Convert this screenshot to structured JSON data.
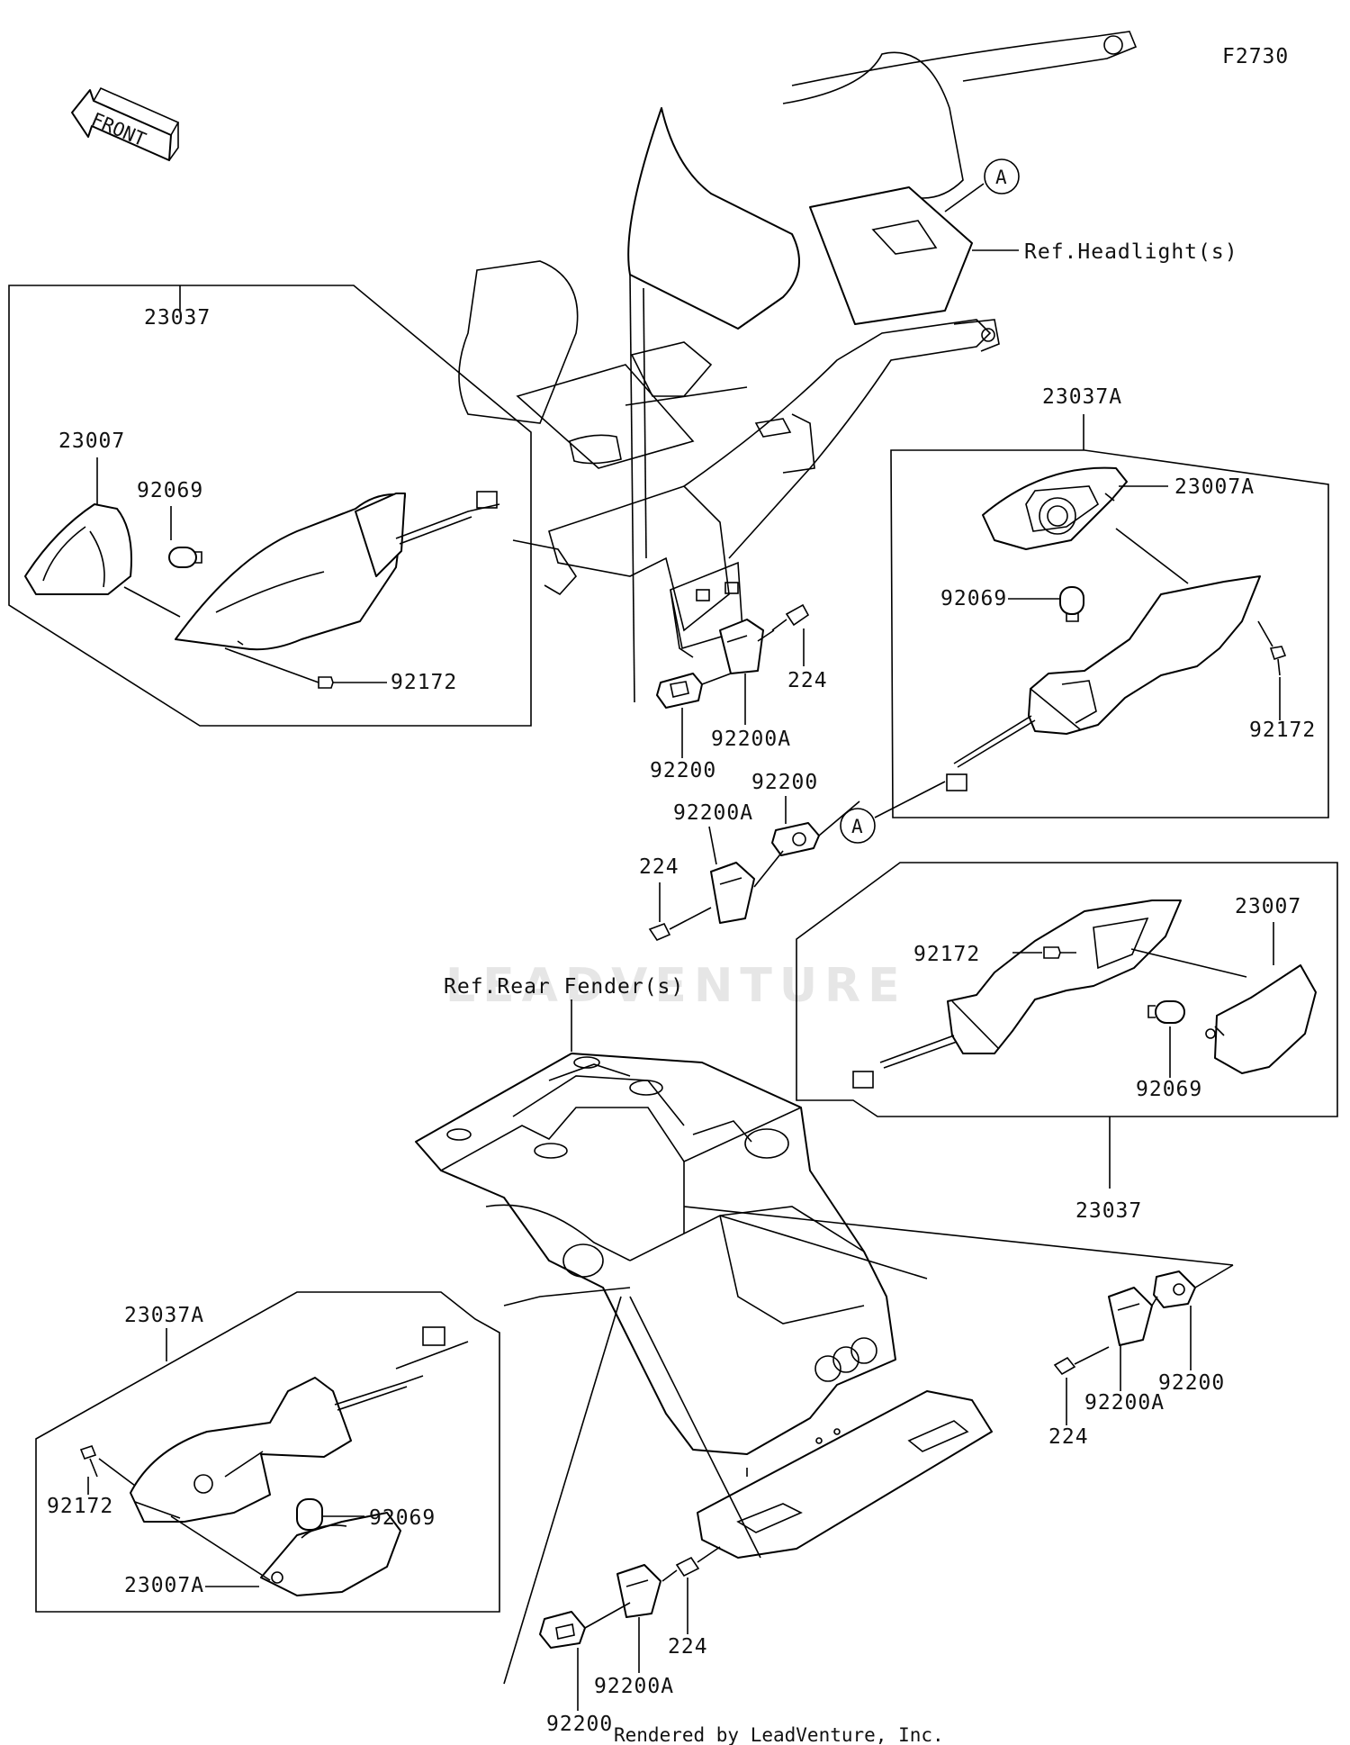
{
  "figure_code": "F2730",
  "front_label": "FRONT",
  "watermark": "LEADVENTURE",
  "credit": "Rendered by LeadVenture, Inc.",
  "callouts": {
    "ref_headlight": "Ref.Headlight(s)",
    "ref_rear_fender": "Ref.Rear Fender(s)",
    "marker_a": "A"
  },
  "parts": {
    "front_left_assembly": "23037",
    "front_left_lens": "23007",
    "front_left_bulb": "92069",
    "front_left_screw": "92172",
    "front_right_assembly": "23037A",
    "front_right_lens": "23007A",
    "front_right_bulb": "92069",
    "front_right_screw": "92172",
    "front_bracket_screw": "224",
    "front_bracket_clip": "92200A",
    "front_bracket_plate": "92200",
    "mid_plate": "92200",
    "mid_clip": "92200A",
    "mid_screw": "224",
    "rear_right_assembly": "23037",
    "rear_right_lens": "23007",
    "rear_right_bulb": "92069",
    "rear_right_screw": "92172",
    "rear_left_assembly": "23037A",
    "rear_left_lens": "23007A",
    "rear_left_bulb": "92069",
    "rear_left_screw": "92172",
    "rear_right_plate": "92200",
    "rear_right_clip": "92200A",
    "rear_right_bolt": "224",
    "rear_bottom_plate": "92200",
    "rear_bottom_clip": "92200A",
    "rear_bottom_screw": "224"
  }
}
